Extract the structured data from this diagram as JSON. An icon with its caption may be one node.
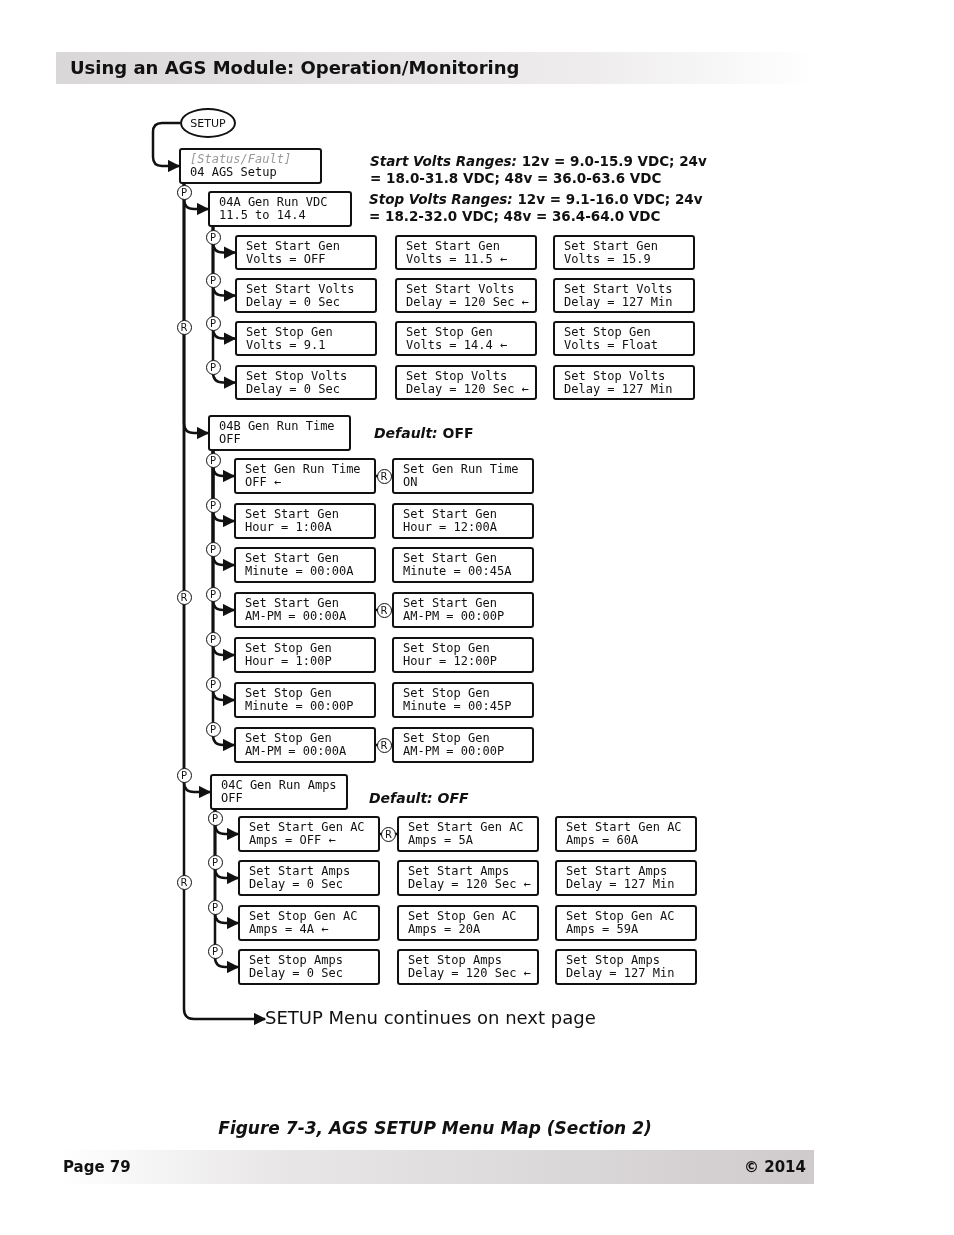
{
  "diagram": {
    "title": "Using an AGS Module: Operation/Monitoring",
    "caption": "Figure 7-3, AGS SETUP Menu Map (Section 2)",
    "nodes": [
      {
        "text": [
          "SETUP"
        ]
      },
      {
        "text": [
          "[Status/Fault]",
          "04 AGS Setup"
        ]
      },
      {
        "text": [
          "04A Gen Run VDC",
          "11.5 to 14.4"
        ]
      },
      {
        "text": [
          "Set Start Gen",
          "Volts = OFF"
        ]
      },
      {
        "text": [
          "Set Start Gen",
          "Volts = 11.5 ←"
        ]
      },
      {
        "text": [
          "Set Start Gen",
          "Volts = 15.9"
        ]
      },
      {
        "text": [
          "Set Start Volts",
          "Delay = 0 Sec"
        ]
      },
      {
        "text": [
          "Set Start Volts",
          "Delay = 120 Sec ←"
        ]
      },
      {
        "text": [
          "Set Start Volts",
          "Delay = 127 Min"
        ]
      },
      {
        "text": [
          "Set Stop Gen",
          "Volts = 9.1"
        ]
      },
      {
        "text": [
          "Set Stop Gen",
          "Volts = 14.4 ←"
        ]
      },
      {
        "text": [
          "Set Stop Gen",
          "Volts = Float"
        ]
      },
      {
        "text": [
          "Set Stop Volts",
          "Delay = 0 Sec"
        ]
      },
      {
        "text": [
          "Set Stop Volts",
          "Delay = 120 Sec ←"
        ]
      },
      {
        "text": [
          "Set Stop Volts",
          "Delay = 127 Min"
        ]
      },
      {
        "text": [
          "04B Gen Run Time",
          "OFF"
        ]
      },
      {
        "text": [
          "Set Gen Run Time",
          "OFF ←"
        ]
      },
      {
        "text": [
          "Set Gen Run Time",
          "ON"
        ]
      },
      {
        "text": [
          "Set Start Gen",
          "Hour = 1:00A"
        ]
      },
      {
        "text": [
          "Set Start Gen",
          "Hour = 12:00A"
        ]
      },
      {
        "text": [
          "Set Start Gen",
          "Minute = 00:00A"
        ]
      },
      {
        "text": [
          "Set Start Gen",
          "Minute = 00:45A"
        ]
      },
      {
        "text": [
          "Set Start Gen",
          "AM-PM = 00:00A"
        ]
      },
      {
        "text": [
          "Set Start Gen",
          "AM-PM = 00:00P"
        ]
      },
      {
        "text": [
          "Set Stop Gen",
          "Hour = 1:00P"
        ]
      },
      {
        "text": [
          "Set Stop Gen",
          "Hour = 12:00P"
        ]
      },
      {
        "text": [
          "Set Stop Gen",
          "Minute = 00:00P"
        ]
      },
      {
        "text": [
          "Set Stop Gen",
          "Minute = 00:45P"
        ]
      },
      {
        "text": [
          "Set Stop Gen",
          "AM-PM = 00:00A"
        ]
      },
      {
        "text": [
          "Set Stop Gen",
          "AM-PM = 00:00P"
        ]
      },
      {
        "text": [
          "04C Gen Run Amps",
          "OFF"
        ]
      },
      {
        "text": [
          "Set Start Gen AC",
          "Amps = OFF ←"
        ]
      },
      {
        "text": [
          "Set Start Gen AC",
          "Amps = 5A"
        ]
      },
      {
        "text": [
          "Set Start Gen AC",
          "Amps = 60A"
        ]
      },
      {
        "text": [
          "Set Start Amps",
          "Delay = 0 Sec"
        ]
      },
      {
        "text": [
          "Set Start Amps",
          "Delay = 120 Sec ←"
        ]
      },
      {
        "text": [
          "Set Start Amps",
          "Delay = 127 Min"
        ]
      },
      {
        "text": [
          "Set Stop Gen AC",
          "Amps = 4A ←"
        ]
      },
      {
        "text": [
          "Set Stop Gen AC",
          "Amps = 20A"
        ]
      },
      {
        "text": [
          "Set Stop Gen AC",
          "Amps = 59A"
        ]
      },
      {
        "text": [
          "Set Stop Amps",
          "Delay = 0 Sec"
        ]
      },
      {
        "text": [
          "Set Stop Amps",
          "Delay = 120 Sec ←"
        ]
      },
      {
        "text": [
          "Set Stop Amps",
          "Delay = 127 Min"
        ]
      },
      {
        "text": [
          "SETUP Menu continues on next page"
        ]
      }
    ],
    "edges": [
      {
        "from": 0,
        "to": 1,
        "arrow": "to"
      },
      {
        "from": 1,
        "to": 2,
        "arrow": "to",
        "label": "P"
      },
      {
        "from": 2,
        "to": 3,
        "arrow": "to",
        "label": "P"
      },
      {
        "from": 2,
        "to": 6,
        "arrow": "to",
        "label": "P"
      },
      {
        "from": 2,
        "to": 9,
        "arrow": "to",
        "label": "P"
      },
      {
        "from": 2,
        "to": 12,
        "arrow": "to",
        "label": "P"
      },
      {
        "from": 1,
        "to": 15,
        "arrow": "to",
        "label": "R"
      },
      {
        "from": 15,
        "to": 16,
        "arrow": "to",
        "label": "P"
      },
      {
        "from": 15,
        "to": 18,
        "arrow": "to",
        "label": "P"
      },
      {
        "from": 15,
        "to": 20,
        "arrow": "to",
        "label": "P"
      },
      {
        "from": 15,
        "to": 22,
        "arrow": "to",
        "label": "P"
      },
      {
        "from": 15,
        "to": 24,
        "arrow": "to",
        "label": "P"
      },
      {
        "from": 15,
        "to": 26,
        "arrow": "to",
        "label": "P"
      },
      {
        "from": 15,
        "to": 28,
        "arrow": "to",
        "label": "P"
      },
      {
        "from": 16,
        "to": 17,
        "arrow": "none",
        "label": "R"
      },
      {
        "from": 22,
        "to": 23,
        "arrow": "none",
        "label": "R"
      },
      {
        "from": 28,
        "to": 29,
        "arrow": "none",
        "label": "R"
      },
      {
        "from": 1,
        "to": 30,
        "arrow": "to",
        "label": "P"
      },
      {
        "from": 30,
        "to": 31,
        "arrow": "to",
        "label": "P"
      },
      {
        "from": 30,
        "to": 34,
        "arrow": "to",
        "label": "P"
      },
      {
        "from": 30,
        "to": 37,
        "arrow": "to",
        "label": "P"
      },
      {
        "from": 30,
        "to": 40,
        "arrow": "to",
        "label": "P"
      },
      {
        "from": 31,
        "to": 32,
        "arrow": "none",
        "label": "R"
      },
      {
        "from": 1,
        "to": 43,
        "arrow": "to",
        "label": "R"
      }
    ],
    "labels": [
      "*Start Volts Ranges:* 12v = 9.0-15.9 VDC; 24v = 18.0-31.8 VDC; 48v = 36.0-63.6 VDC",
      "*Stop Volts Ranges:* 12v = 9.1-16.0 VDC; 24v = 18.2-32.0 VDC; 48v = 36.4-64.0 VDC",
      "*Default:* OFF",
      "Default: OFF",
      "R",
      "Page 79",
      "© 2014"
    ]
  }
}
